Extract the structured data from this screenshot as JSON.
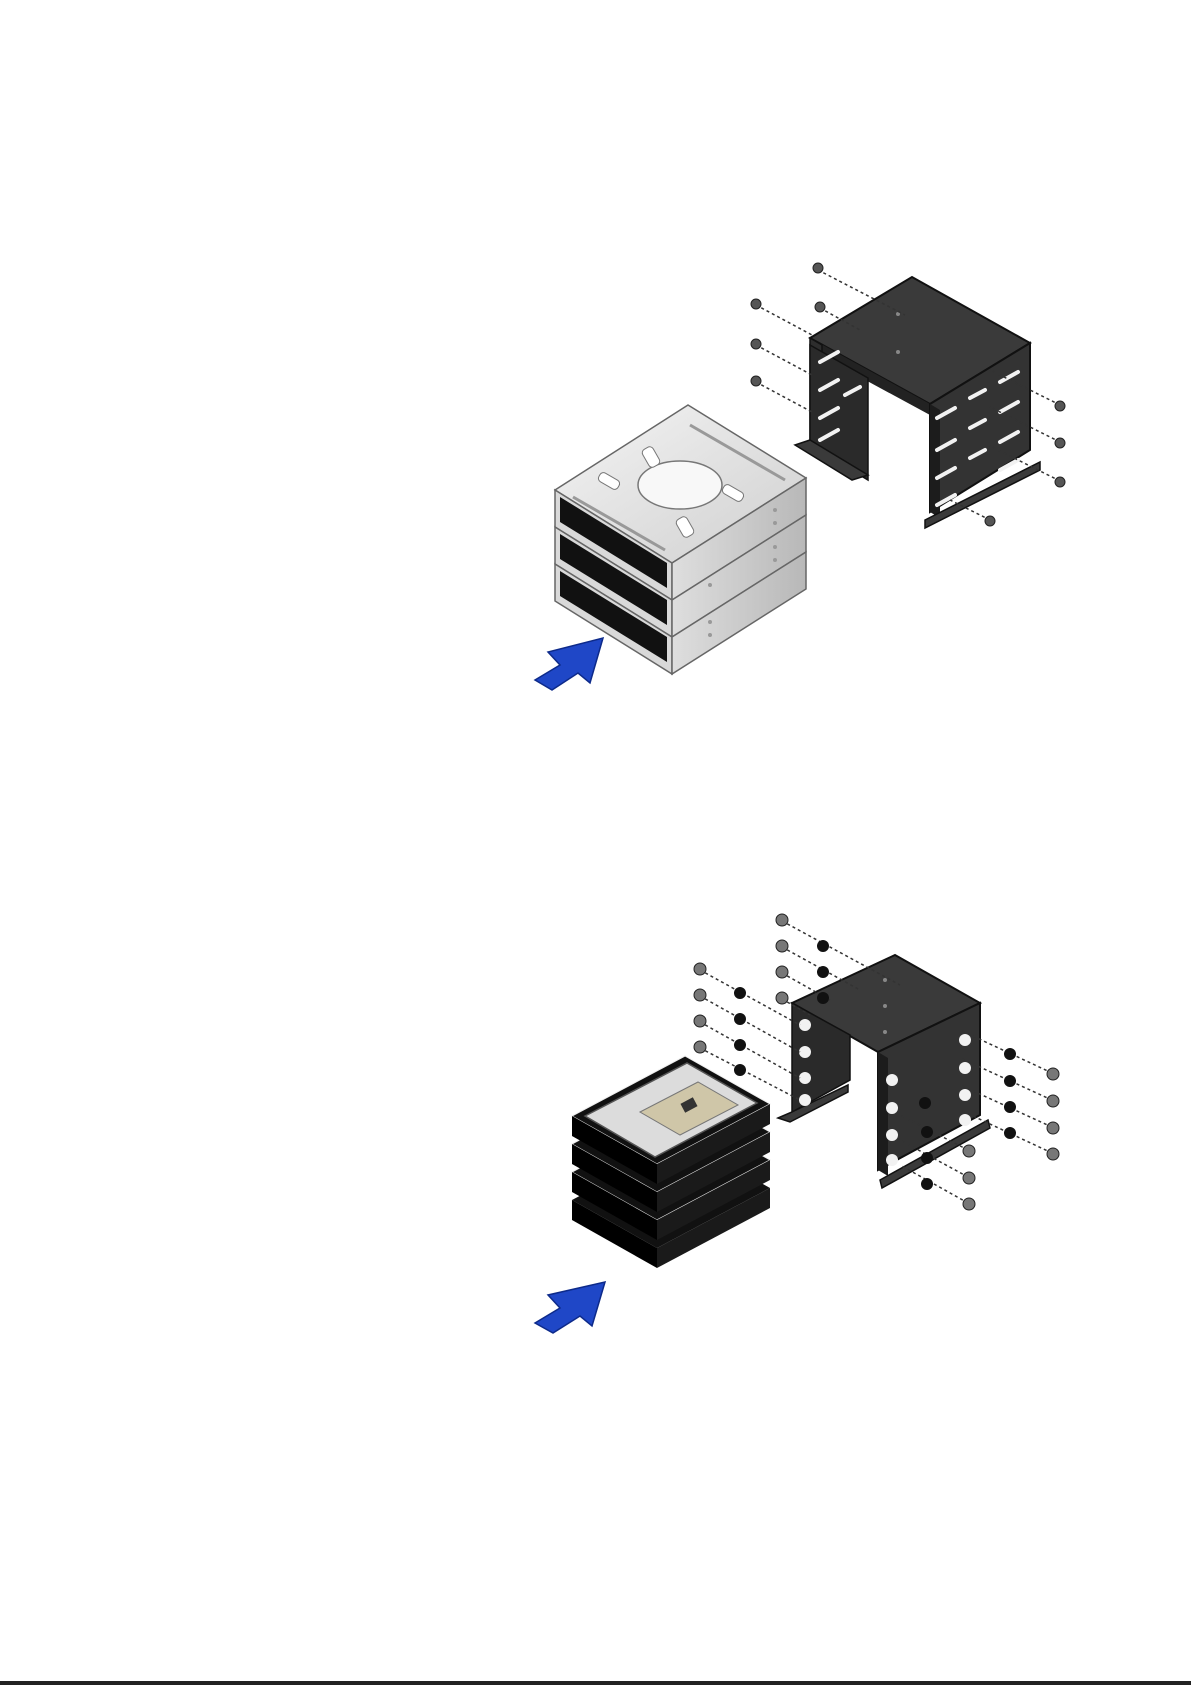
{
  "colors": {
    "arrow": "#1f47c7",
    "cage": "#2e2e2e",
    "cage_edge": "#111111",
    "optical_drive": "#e2e2e2",
    "hard_drive": "#1a1a1a"
  },
  "figures": [
    {
      "icon": "optical-drive-cage-exploded-view",
      "drive_count": 3
    },
    {
      "icon": "hard-drive-cage-exploded-view",
      "drive_count": 4
    }
  ]
}
